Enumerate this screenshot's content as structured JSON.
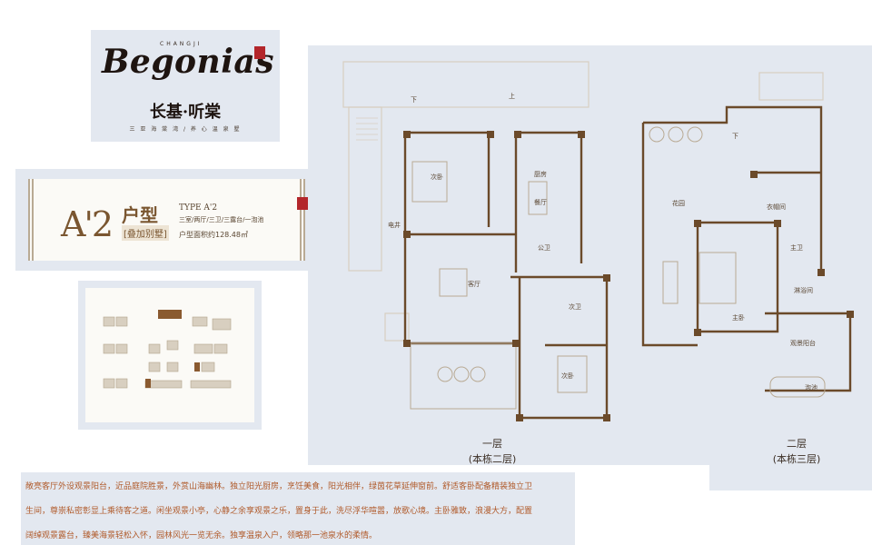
{
  "brand": {
    "wordmark": "Begonias",
    "latin_sub": "CHANGJI",
    "chinese_name": "长基·听棠",
    "tagline": "三 亚 海 棠 湾 / 养 心 温 泉 墅"
  },
  "unit": {
    "code": "A'2",
    "type_cn": "户型",
    "villa_tag": "[叠加别墅]",
    "type_en": "TYPE A'2",
    "spec": "三室/两厅/三卫/三露台/一泡池",
    "area": "户型面积约128.48㎡"
  },
  "floor1": {
    "rooms": {
      "down_stair": "下",
      "up_stair": "上",
      "secondary_bedroom_a": "次卧",
      "kitchen": "厨房",
      "dining_room": "餐厅",
      "elec_well": "电井",
      "public_bath": "公卫",
      "living_room": "客厅",
      "second_bath": "次卫",
      "secondary_bedroom_b": "次卧"
    },
    "label": "一层",
    "sublabel": "(本栋二层)"
  },
  "floor2": {
    "rooms": {
      "down_stair": "下",
      "garden": "花园",
      "walkin_closet": "衣帽间",
      "master_bath": "主卫",
      "master_bedroom": "主卧",
      "bathroom": "淋浴间",
      "view_balcony": "观景阳台",
      "pool": "泡池"
    },
    "label": "二层",
    "sublabel": "(本栋三层)"
  },
  "description": {
    "line1": "敞亮客厅外设观景阳台，近品庭院胜景，外赏山海幽林。独立阳光厨房，烹饪美食，阳光相伴，绿茵花草延伸窗前。舒适客卧配备精装独立卫",
    "line2": "生间，尊崇私密彰显上乘待客之道。闲坐观景小亭，心静之余享观景之乐，置身于此，洗尽浮华喧嚣，放歌心境。主卧雅致，浪漫大方，配置",
    "line3": "阔绰观景露台，臻美海景轻松入怀，园林风光一览无余。独享温泉入户，领略那一池泉水的柔情。"
  },
  "colors": {
    "panel_bg": "#e3e8f0",
    "wall": "#6b4a2a",
    "accent_brown": "#7a5630",
    "seal_red": "#b3262b",
    "desc_text": "#b05a2a"
  }
}
